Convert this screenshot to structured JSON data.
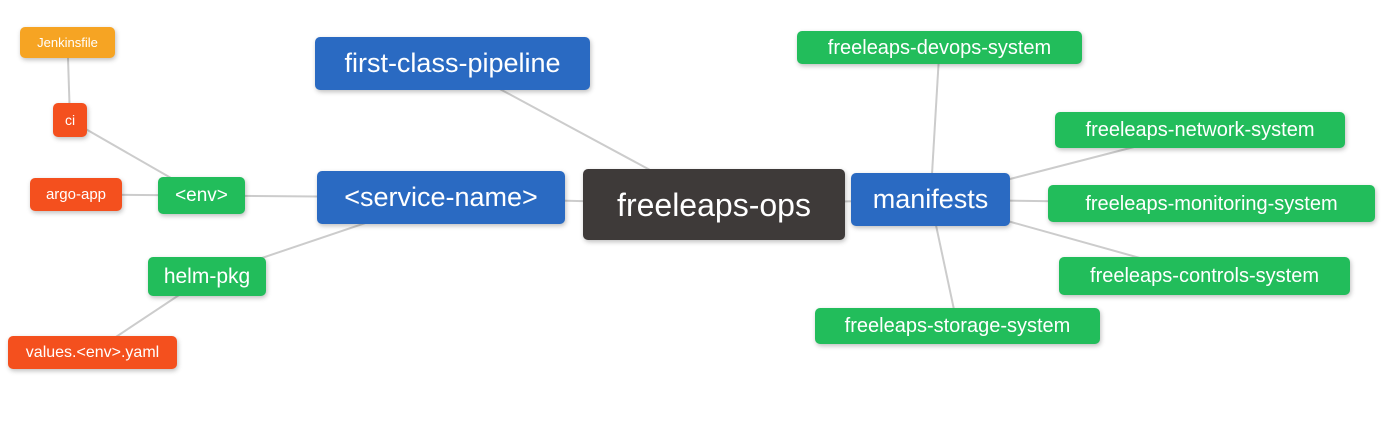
{
  "diagram": {
    "type": "mindmap-graph",
    "background": "#ffffff",
    "edge_color": "#cccccc",
    "palette": {
      "blue": "#2a6ac2",
      "green": "#22bd5b",
      "orange": "#f6a423",
      "red": "#f4501e",
      "dark": "#3e3a39",
      "node_text": "#ffffff"
    },
    "nodes": [
      {
        "id": "jenkinsfile",
        "label": "Jenkinsfile",
        "color": "orange"
      },
      {
        "id": "ci",
        "label": "ci",
        "color": "red"
      },
      {
        "id": "argo-app",
        "label": "argo-app",
        "color": "red"
      },
      {
        "id": "env",
        "label": "<env>",
        "color": "green"
      },
      {
        "id": "helm-pkg",
        "label": "helm-pkg",
        "color": "green"
      },
      {
        "id": "values-env-yaml",
        "label": "values.<env>.yaml",
        "color": "red"
      },
      {
        "id": "first-class-pipeline",
        "label": "first-class-pipeline",
        "color": "blue"
      },
      {
        "id": "service-name",
        "label": "<service-name>",
        "color": "blue"
      },
      {
        "id": "freeleaps-ops",
        "label": "freeleaps-ops",
        "color": "dark"
      },
      {
        "id": "manifests",
        "label": "manifests",
        "color": "blue"
      },
      {
        "id": "freeleaps-devops-system",
        "label": "freeleaps-devops-system",
        "color": "green"
      },
      {
        "id": "freeleaps-network-system",
        "label": "freeleaps-network-system",
        "color": "green"
      },
      {
        "id": "freeleaps-monitoring-system",
        "label": "freeleaps-monitoring-system",
        "color": "green"
      },
      {
        "id": "freeleaps-controls-system",
        "label": "freeleaps-controls-system",
        "color": "green"
      },
      {
        "id": "freeleaps-storage-system",
        "label": "freeleaps-storage-system",
        "color": "green"
      }
    ],
    "edges": [
      {
        "from": "jenkinsfile",
        "to": "ci"
      },
      {
        "from": "ci",
        "to": "env"
      },
      {
        "from": "argo-app",
        "to": "env"
      },
      {
        "from": "env",
        "to": "service-name"
      },
      {
        "from": "helm-pkg",
        "to": "service-name"
      },
      {
        "from": "values-env-yaml",
        "to": "helm-pkg"
      },
      {
        "from": "first-class-pipeline",
        "to": "freeleaps-ops"
      },
      {
        "from": "service-name",
        "to": "freeleaps-ops"
      },
      {
        "from": "freeleaps-ops",
        "to": "manifests"
      },
      {
        "from": "manifests",
        "to": "freeleaps-devops-system"
      },
      {
        "from": "manifests",
        "to": "freeleaps-network-system"
      },
      {
        "from": "manifests",
        "to": "freeleaps-monitoring-system"
      },
      {
        "from": "manifests",
        "to": "freeleaps-controls-system"
      },
      {
        "from": "manifests",
        "to": "freeleaps-storage-system"
      }
    ]
  }
}
